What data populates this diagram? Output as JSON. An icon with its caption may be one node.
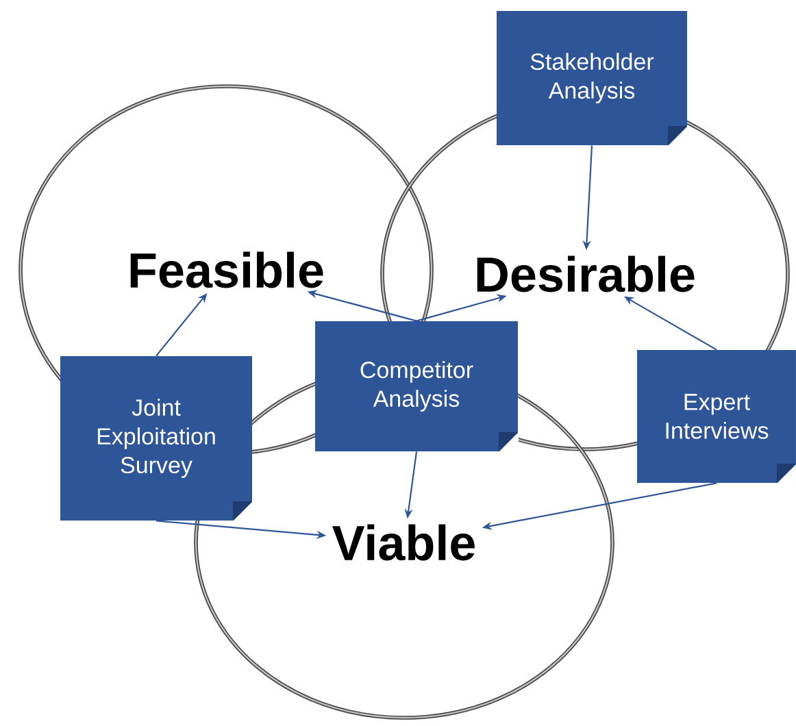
{
  "diagram": {
    "nodes": [
      {
        "text": [
          "Stakeholder Analysis"
        ]
      },
      {
        "text": [
          "Feasible"
        ]
      },
      {
        "text": [
          "Desirable"
        ]
      },
      {
        "text": [
          "Competitor Analysis"
        ]
      },
      {
        "text": [
          "Joint Exploitation Survey"
        ]
      },
      {
        "text": [
          "Expert Interviews"
        ]
      },
      {
        "text": [
          "Viable"
        ]
      }
    ],
    "edges": [
      {
        "from": 0,
        "to": 2,
        "arrow": "to"
      },
      {
        "from": 4,
        "to": 1,
        "arrow": "to"
      },
      {
        "from": 3,
        "to": 1,
        "arrow": "to"
      },
      {
        "from": 3,
        "to": 2,
        "arrow": "to"
      },
      {
        "from": 3,
        "to": 6,
        "arrow": "to"
      },
      {
        "from": 4,
        "to": 6,
        "arrow": "to"
      },
      {
        "from": 5,
        "to": 2,
        "arrow": "to"
      },
      {
        "from": 5,
        "to": 6,
        "arrow": "to"
      }
    ]
  }
}
